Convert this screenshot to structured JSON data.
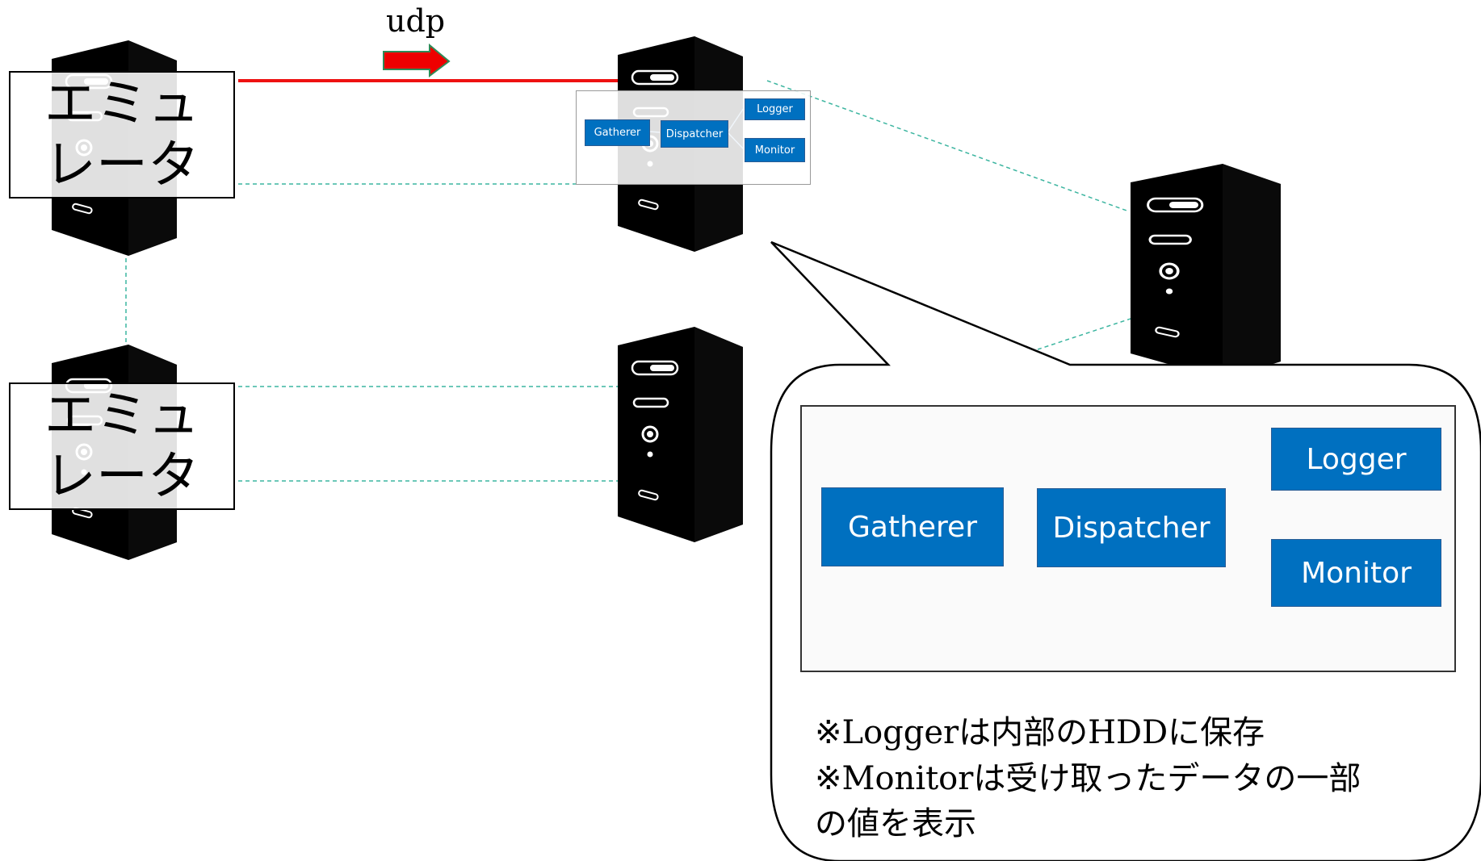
{
  "emulator_label_lines": [
    "エミュ",
    "レータ"
  ],
  "udp_label": "udp",
  "colors": {
    "udp_line": "#ee1111",
    "udp_arrow_fill": "#ee0000",
    "udp_arrow_stroke": "#2e8b57",
    "dashed_link": "#3cb5a0",
    "component_fill": "#0070c0",
    "component_text": "#ffffff"
  },
  "components": {
    "gatherer": "Gatherer",
    "dispatcher": "Dispatcher",
    "logger": "Logger",
    "monitor": "Monitor"
  },
  "notes": [
    "※Loggerは内部のHDDに保存",
    "※Monitorは受け取ったデータの一部",
    "の値を表示"
  ],
  "icons": [
    "server-tower-icon",
    "udp-arrow-icon"
  ]
}
